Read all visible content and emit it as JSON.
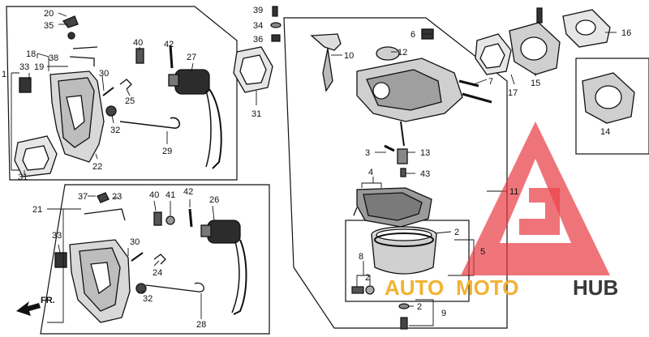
{
  "callouts": [
    {
      "id": "c1",
      "text": "1"
    },
    {
      "id": "c20",
      "text": "20"
    },
    {
      "id": "c35",
      "text": "35"
    },
    {
      "id": "c18",
      "text": "18"
    },
    {
      "id": "c38",
      "text": "38"
    },
    {
      "id": "c19",
      "text": "19"
    },
    {
      "id": "c33a",
      "text": "33"
    },
    {
      "id": "c40a",
      "text": "40"
    },
    {
      "id": "c42a",
      "text": "42"
    },
    {
      "id": "c27",
      "text": "27"
    },
    {
      "id": "c30a",
      "text": "30"
    },
    {
      "id": "c25",
      "text": "25"
    },
    {
      "id": "c32a",
      "text": "32"
    },
    {
      "id": "c29",
      "text": "29"
    },
    {
      "id": "c22",
      "text": "22"
    },
    {
      "id": "c31a",
      "text": "31"
    },
    {
      "id": "c39",
      "text": "39"
    },
    {
      "id": "c34",
      "text": "34"
    },
    {
      "id": "c36",
      "text": "36"
    },
    {
      "id": "c31b",
      "text": "31"
    },
    {
      "id": "c37",
      "text": "37"
    },
    {
      "id": "c23",
      "text": "23"
    },
    {
      "id": "c21",
      "text": "21"
    },
    {
      "id": "c40b",
      "text": "40"
    },
    {
      "id": "c41",
      "text": "41"
    },
    {
      "id": "c42b",
      "text": "42"
    },
    {
      "id": "c26",
      "text": "26"
    },
    {
      "id": "c33b",
      "text": "33"
    },
    {
      "id": "c30b",
      "text": "30"
    },
    {
      "id": "c24",
      "text": "24"
    },
    {
      "id": "c32b",
      "text": "32"
    },
    {
      "id": "c28",
      "text": "28"
    },
    {
      "id": "c10",
      "text": "10"
    },
    {
      "id": "c6",
      "text": "6"
    },
    {
      "id": "c12",
      "text": "12"
    },
    {
      "id": "c7",
      "text": "7"
    },
    {
      "id": "c3",
      "text": "3"
    },
    {
      "id": "c13",
      "text": "13"
    },
    {
      "id": "c43",
      "text": "43"
    },
    {
      "id": "c4",
      "text": "4"
    },
    {
      "id": "c11",
      "text": "11"
    },
    {
      "id": "c2a",
      "text": "2"
    },
    {
      "id": "c5",
      "text": "5"
    },
    {
      "id": "c8",
      "text": "8"
    },
    {
      "id": "c2b",
      "text": "2"
    },
    {
      "id": "c2c",
      "text": "2"
    },
    {
      "id": "c9",
      "text": "9"
    },
    {
      "id": "c16",
      "text": "16"
    },
    {
      "id": "c15",
      "text": "15"
    },
    {
      "id": "c17",
      "text": "17"
    },
    {
      "id": "c14",
      "text": "14"
    }
  ],
  "front_label": "FR.",
  "watermark": {
    "part1": "AUTO",
    "part2": "MOTO",
    "part3": "HUB",
    "color_logo": "#e8323a",
    "color_auto": "#f2b233",
    "color_hub": "#3a3a3a"
  }
}
